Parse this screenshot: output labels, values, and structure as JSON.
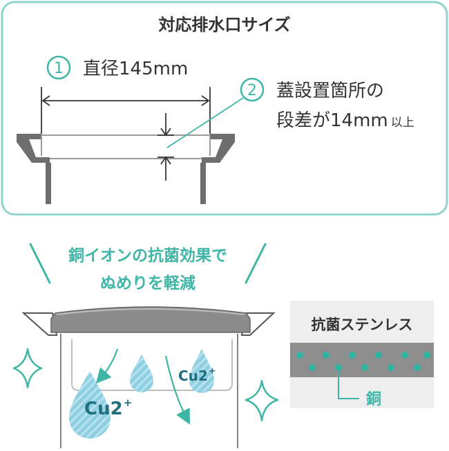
{
  "top_panel": {
    "title": "対応排水口サイズ",
    "item1": {
      "number": "1",
      "label": "直径145mm"
    },
    "item2": {
      "number": "2",
      "line1": "蓋設置箇所の",
      "line2_main": "段差が14mm",
      "line2_suffix": "以上"
    }
  },
  "bottom_panel": {
    "headline_line1": "銅イオンの抗菌効果で",
    "headline_line2": "ぬめりを軽減",
    "ion_large": "Cu2",
    "ion_small": "Cu2",
    "ion_charge": "+",
    "material_box": {
      "title": "抗菌ステンレス",
      "label": "銅"
    }
  },
  "colors": {
    "teal": "#3fb5a6",
    "dark_teal": "#1f9186",
    "panel_border": "#8fd4ca",
    "gray_dark": "#555555",
    "gray_mid": "#8e8e8e",
    "gray_light": "#bdbdbd",
    "drop_blue": "#8fcfe2",
    "drop_blue_dark": "#6bbdd6"
  }
}
